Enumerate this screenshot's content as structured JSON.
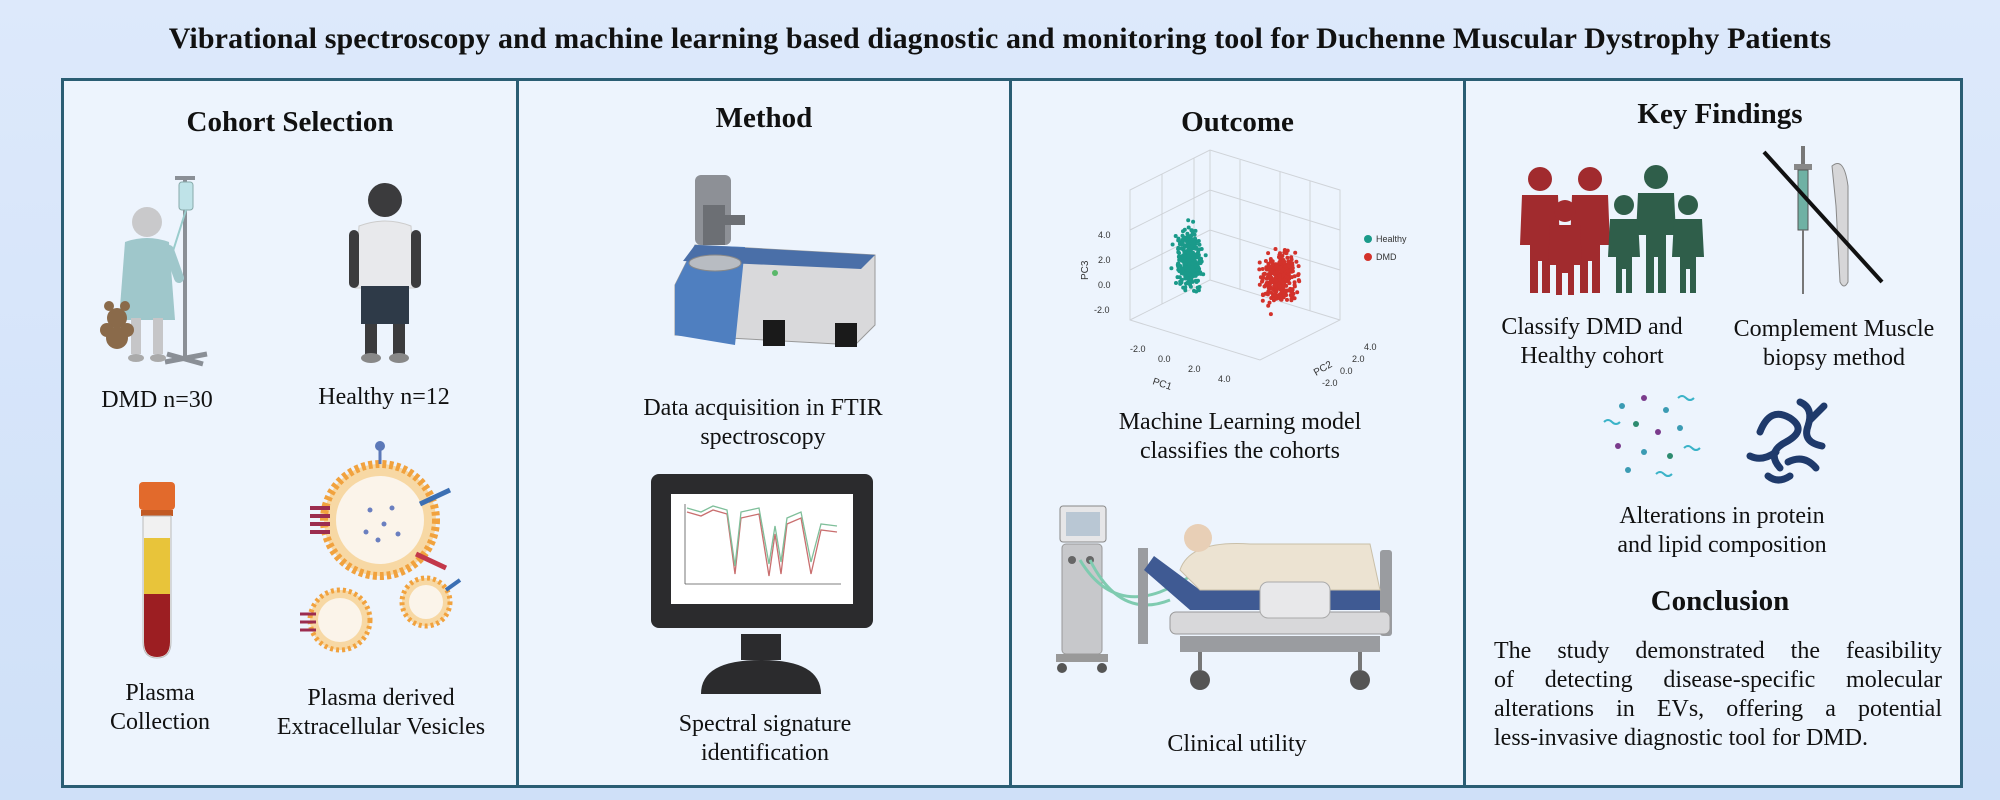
{
  "title": "Vibrational spectroscopy and machine learning based diagnostic and monitoring tool for  Duchenne Muscular Dystrophy Patients",
  "panels": {
    "cohort": {
      "title": "Cohort Selection",
      "dmd": "DMD n=30",
      "healthy": "Healthy n=12",
      "plasma_line1": "Plasma",
      "plasma_line2": "Collection",
      "ev_line1": "Plasma derived",
      "ev_line2": "Extracellular Vesicles"
    },
    "method": {
      "title": "Method",
      "acq_line1": "Data acquisition in FTIR",
      "acq_line2": "spectroscopy",
      "sig_line1": "Spectral signature",
      "sig_line2": "identification"
    },
    "outcome": {
      "title": "Outcome",
      "ml_line1": "Machine Learning model",
      "ml_line2": "classifies the cohorts",
      "clinical": "Clinical utility",
      "plot": {
        "legend_healthy": "Healthy",
        "legend_dmd": "DMD",
        "axis_pc1": "PC1",
        "axis_pc2": "PC2",
        "axis_pc3": "PC3",
        "pc3_ticks": [
          "4.0",
          "2.0",
          "0.0",
          "-2.0"
        ],
        "pc1_ticks": [
          "-2.0",
          "0.0",
          "2.0",
          "4.0"
        ],
        "pc2_ticks": [
          "4.0",
          "2.0",
          "0.0",
          "-2.0"
        ],
        "color_healthy": "#1a9a8a",
        "color_dmd": "#d3322b"
      }
    },
    "findings": {
      "title": "Key Findings",
      "classify_line1": "Classify DMD and",
      "classify_line2": "Healthy cohort",
      "complement_line1": "Complement Muscle",
      "complement_line2": "biopsy method",
      "alter_line1": "Alterations in protein",
      "alter_line2": "and lipid composition",
      "conclusion_title": "Conclusion",
      "conclusion_line1": "The study demonstrated the feasibility",
      "conclusion_line2": "of detecting disease-specific molecular",
      "conclusion_line3": "alterations in EVs, offering a potential",
      "conclusion_line4": "less-invasive diagnostic tool for DMD."
    }
  },
  "colors": {
    "border": "#2a5d73",
    "dmd_red": "#a12b2e",
    "healthy_green": "#2f5e4a"
  }
}
